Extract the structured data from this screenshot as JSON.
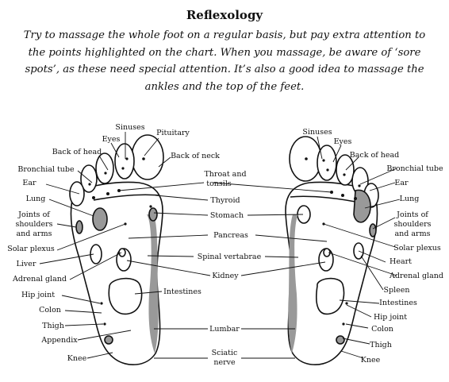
{
  "title": "Reflexology",
  "intro": "Try to massage the whole foot on a regular basis, but pay extra attention to the points highlighted on the chart. When you massage, be aware of ‘sore spots’, as these need special attention. It’s also a good idea to massage the ankles and the top of the feet.",
  "left_foot_labels": {
    "sinuses": "Sinuses",
    "pituitary": "Pituitary",
    "eyes": "Eyes",
    "back_of_head": "Back of head",
    "back_of_neck": "Back of neck",
    "bronchial_tube": "Bronchial tube",
    "ear": "Ear",
    "lung": "Lung",
    "joints_1": "Joints of",
    "joints_2": "shoulders",
    "joints_3": "and arms",
    "solar_plexus": "Solar plexus",
    "liver": "Liver",
    "adrenal_gland": "Adrenal gland",
    "hip_joint": "Hip joint",
    "colon": "Colon",
    "thigh": "Thigh",
    "appendix": "Appendix",
    "knee": "Knee"
  },
  "center_labels": {
    "throat_1": "Throat and",
    "throat_2": "tonsils",
    "thyroid": "Thyroid",
    "stomach": "Stomach",
    "pancreas": "Pancreas",
    "spinal": "Spinal vertabrae",
    "kidney": "Kidney",
    "intestines": "Intestines",
    "lumbar": "Lumbar",
    "sciatic_1": "Sciatic",
    "sciatic_2": "nerve"
  },
  "right_foot_labels": {
    "sinuses": "Sinuses",
    "eyes": "Eyes",
    "back_of_head": "Back of head",
    "bronchial_tube": "Bronchial tube",
    "ear": "Ear",
    "lung": "Lung",
    "joints_1": "Joints of",
    "joints_2": "shoulders",
    "joints_3": "and arms",
    "solar_plexus": "Solar plexus",
    "heart": "Heart",
    "adrenal_gland": "Adrenal gland",
    "spleen": "Spleen",
    "intestines": "Intestines",
    "hip_joint": "Hip joint",
    "colon": "Colon",
    "thigh": "Thigh",
    "knee": "Knee"
  }
}
